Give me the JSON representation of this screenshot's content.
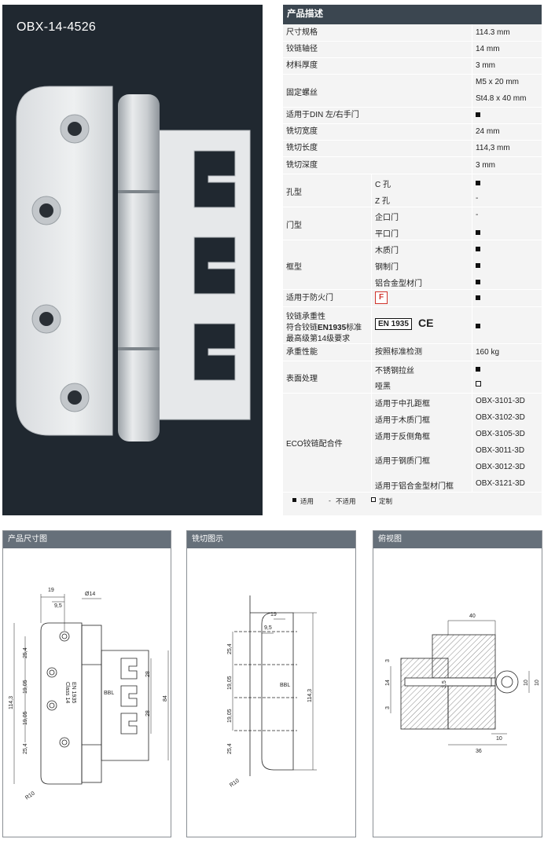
{
  "product_code": "OBX-14-4526",
  "spec": {
    "title": "产品描述",
    "rows": {
      "size": {
        "label": "尺寸规格",
        "value": "114.3 mm"
      },
      "axis": {
        "label": "铰链轴径",
        "value": "14 mm"
      },
      "thickness": {
        "label": "材料厚度",
        "value": "3 mm"
      },
      "screws": {
        "label": "固定螺丝",
        "value1": "M5 x 20 mm",
        "value2": "St4.8 x 40 mm"
      },
      "din": {
        "label": "适用于DIN  左/右手门"
      },
      "mill_width": {
        "label": "铣切宽度",
        "value": "24 mm"
      },
      "mill_length": {
        "label": "铣切长度",
        "value": "114,3 mm"
      },
      "mill_depth": {
        "label": "铣切深度",
        "value": "3 mm"
      },
      "hole": {
        "label": "孔型",
        "opt1": "C 孔",
        "opt2": "Z 孔",
        "val2": "-"
      },
      "door": {
        "label": "门型",
        "opt1": "企口门",
        "val1": "-",
        "opt2": "平口门"
      },
      "frame": {
        "label": "框型",
        "opt1": "木质门",
        "opt2": "钢制门",
        "opt3": "铝合金型材门"
      },
      "fire": {
        "label": "适用于防火门",
        "badge": "F"
      },
      "load": {
        "line1": "铰链承重性",
        "line2a": "符合铰链",
        "line2b": "EN1935",
        "line2c": "标准",
        "line3": "最高级第14级要求",
        "en_badge": "EN 1935",
        "ce_mark": "CE"
      },
      "bearing": {
        "label": "承重性能",
        "method": "按照标准检测",
        "value": "160 kg"
      },
      "surface": {
        "label": "表面处理",
        "opt1": "不锈钢拉丝",
        "opt2": "哑黑"
      },
      "eco": {
        "label": "ECO铰链配合件",
        "items": [
          {
            "name": "适用于中孔距框",
            "code": "OBX-3101-3D"
          },
          {
            "name": "适用于木质门框",
            "code": "OBX-3102-3D"
          },
          {
            "name": "适用于反侧角框",
            "code": "OBX-3105-3D"
          },
          {
            "name": "适用于钢质门框",
            "code": "OBX-3011-3D",
            "code2": "OBX-3012-3D"
          },
          {
            "name": "适用于铝合金型材门框",
            "code": "OBX-3121-3D"
          }
        ]
      }
    },
    "legend": {
      "applicable": "适用",
      "dash": "-",
      "not_applicable": "不适用",
      "custom": "定制"
    }
  },
  "panels": {
    "dimensions": {
      "title": "产品尺寸图",
      "dims": {
        "d19": "19",
        "d9_5": "9,5",
        "dphi14": "Ø14",
        "d25_4a": "25,4",
        "d19_05a": "19,05",
        "d19_05b": "19,05",
        "d25_4b": "25,4",
        "d114_3": "114,3",
        "d28a": "28",
        "d28b": "28",
        "d84": "84",
        "bbl": "BBL",
        "r10": "R10",
        "stamp1": "EN 1935",
        "stamp2": "Class 14"
      }
    },
    "milling": {
      "title": "铣切图示",
      "dims": {
        "d19": "19",
        "d9_5": "9,5",
        "d25_4a": "25,4",
        "d19_05a": "19,05",
        "d19_05b": "19,05",
        "d25_4b": "25,4",
        "d114_3": "114,3",
        "bbl": "BBL",
        "r10": "R10"
      }
    },
    "top": {
      "title": "俯视图",
      "dims": {
        "d40": "40",
        "d3a": "3",
        "d14": "14",
        "d3b": "3",
        "d3_5": "3,5",
        "d10a": "10",
        "d10b": "10",
        "d10c": "10",
        "d36": "36"
      }
    }
  }
}
